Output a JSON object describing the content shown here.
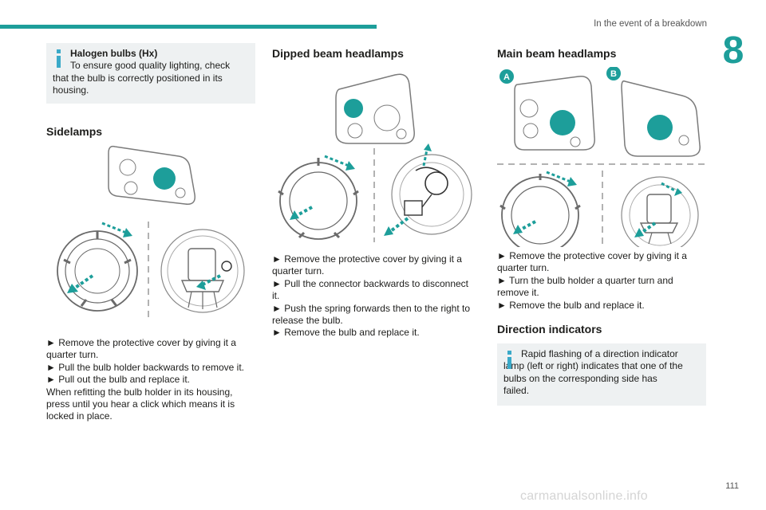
{
  "header": {
    "section_title": "In the event of a breakdown",
    "chapter": "8"
  },
  "footer": {
    "page_number": "111",
    "watermark": "carmanualsonline.info"
  },
  "left_column": {
    "note": {
      "title": "Halogen bulbs (Hx)",
      "line1": "To ensure good quality lighting, check",
      "line2": "that the bulb is correctly positioned in its housing."
    },
    "heading": "Sidelamps",
    "steps": [
      "► Remove the protective cover by giving it a quarter turn.",
      "► Pull the bulb holder backwards to remove it.",
      "► Pull out the bulb and replace it."
    ],
    "closing": "When refitting the bulb holder in its housing, press until you hear a click which means it is locked in place."
  },
  "middle_column": {
    "heading": "Dipped beam headlamps",
    "steps": [
      "► Remove the protective cover by giving it a quarter turn.",
      "► Pull the connector backwards to disconnect it.",
      "► Push the spring forwards then to the right to release the bulb.",
      "► Remove the bulb and replace it."
    ]
  },
  "right_column": {
    "heading": "Main beam headlamps",
    "label_a": "A",
    "label_b": "B",
    "steps": [
      "► Remove the protective cover by giving it a quarter turn.",
      "► Turn the bulb holder a quarter turn and remove it.",
      "► Remove the bulb and replace it."
    ],
    "heading2": "Direction indicators",
    "note": "Rapid flashing of a direction indicator lamp (left or right) indicates that one of the bulbs on the corresponding side has failed."
  },
  "colors": {
    "accent": "#1d9e9a",
    "info": "#3aa9c8",
    "note_bg": "#eef1f2"
  }
}
